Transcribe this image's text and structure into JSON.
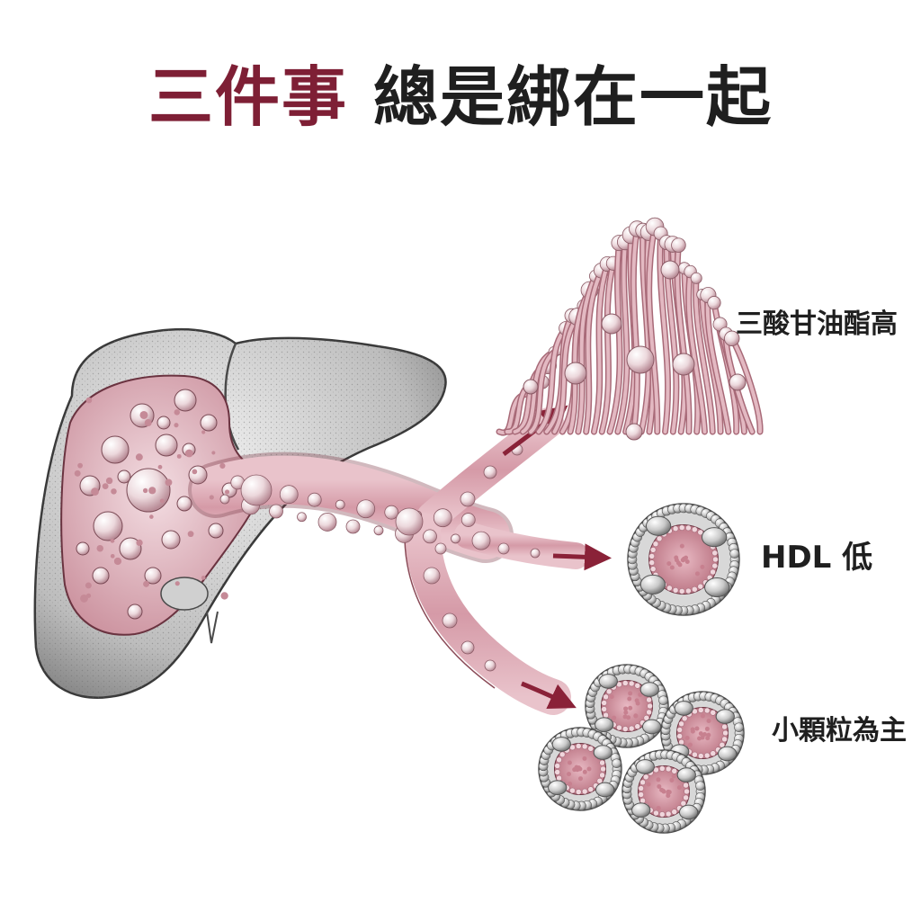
{
  "title": {
    "accent": "三件事",
    "rest": "總是綁在一起"
  },
  "labels": {
    "triglycerides": "三酸甘油酯高",
    "hdl": "HDL 低",
    "small_particles": "小顆粒為主"
  },
  "colors": {
    "accent": "#7e1f35",
    "text": "#1f1f1f",
    "liver_gray": "#9a9a9a",
    "tissue_pink": "#d9a3ae",
    "arrow": "#8a2238"
  }
}
